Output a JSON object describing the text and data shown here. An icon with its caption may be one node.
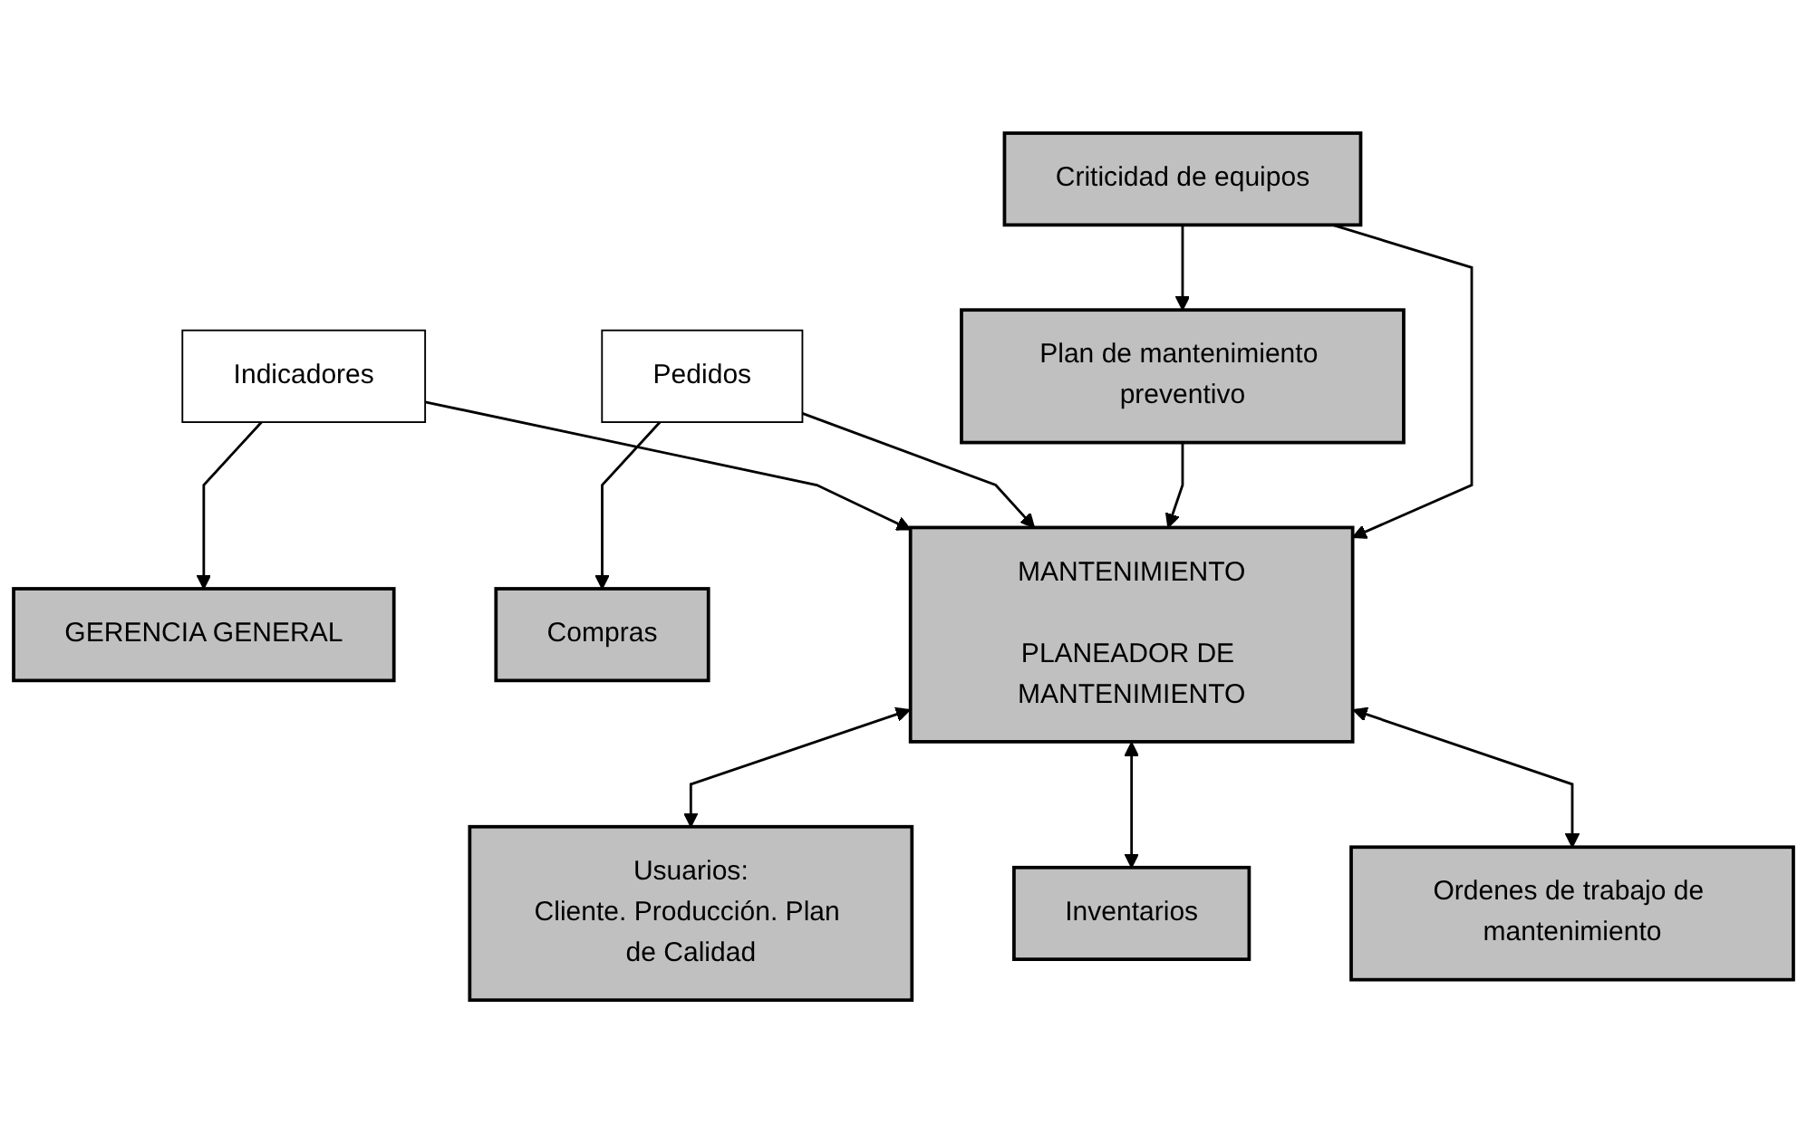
{
  "diagram": {
    "nodes": [
      {
        "text": [
          "GERENCIA GENERAL"
        ]
      },
      {
        "text": [
          "Usuarios:",
          "Cliente. Producción. Plan de Calidad"
        ]
      },
      {
        "text": [
          "Compras"
        ]
      },
      {
        "text": [
          "Indicadores"
        ]
      },
      {
        "text": [
          "Pedidos"
        ]
      },
      {
        "text": [
          "MANTENIMIENTO",
          "PLANEADOR DE MANTENIMIENTO"
        ]
      },
      {
        "text": [
          "Plan de mantenimiento preventivo"
        ]
      },
      {
        "text": [
          "Inventarios"
        ]
      },
      {
        "text": [
          "Criticidad de equipos"
        ]
      },
      {
        "text": [
          "Ordenes de trabajo de mantenimiento"
        ]
      }
    ],
    "edges": [
      {
        "from": 3,
        "to": 0,
        "arrow": "to"
      },
      {
        "from": 3,
        "to": 5,
        "arrow": "to"
      },
      {
        "from": 4,
        "to": 2,
        "arrow": "to"
      },
      {
        "from": 4,
        "to": 5,
        "arrow": "to"
      },
      {
        "from": 5,
        "to": 1,
        "arrow": "both"
      },
      {
        "from": 5,
        "to": 7,
        "arrow": "both"
      },
      {
        "from": 6,
        "to": 5,
        "arrow": "to"
      },
      {
        "from": 8,
        "to": 5,
        "arrow": "to"
      },
      {
        "from": 8,
        "to": 6,
        "arrow": "to"
      },
      {
        "from": 5,
        "to": 9,
        "arrow": "both"
      }
    ]
  }
}
